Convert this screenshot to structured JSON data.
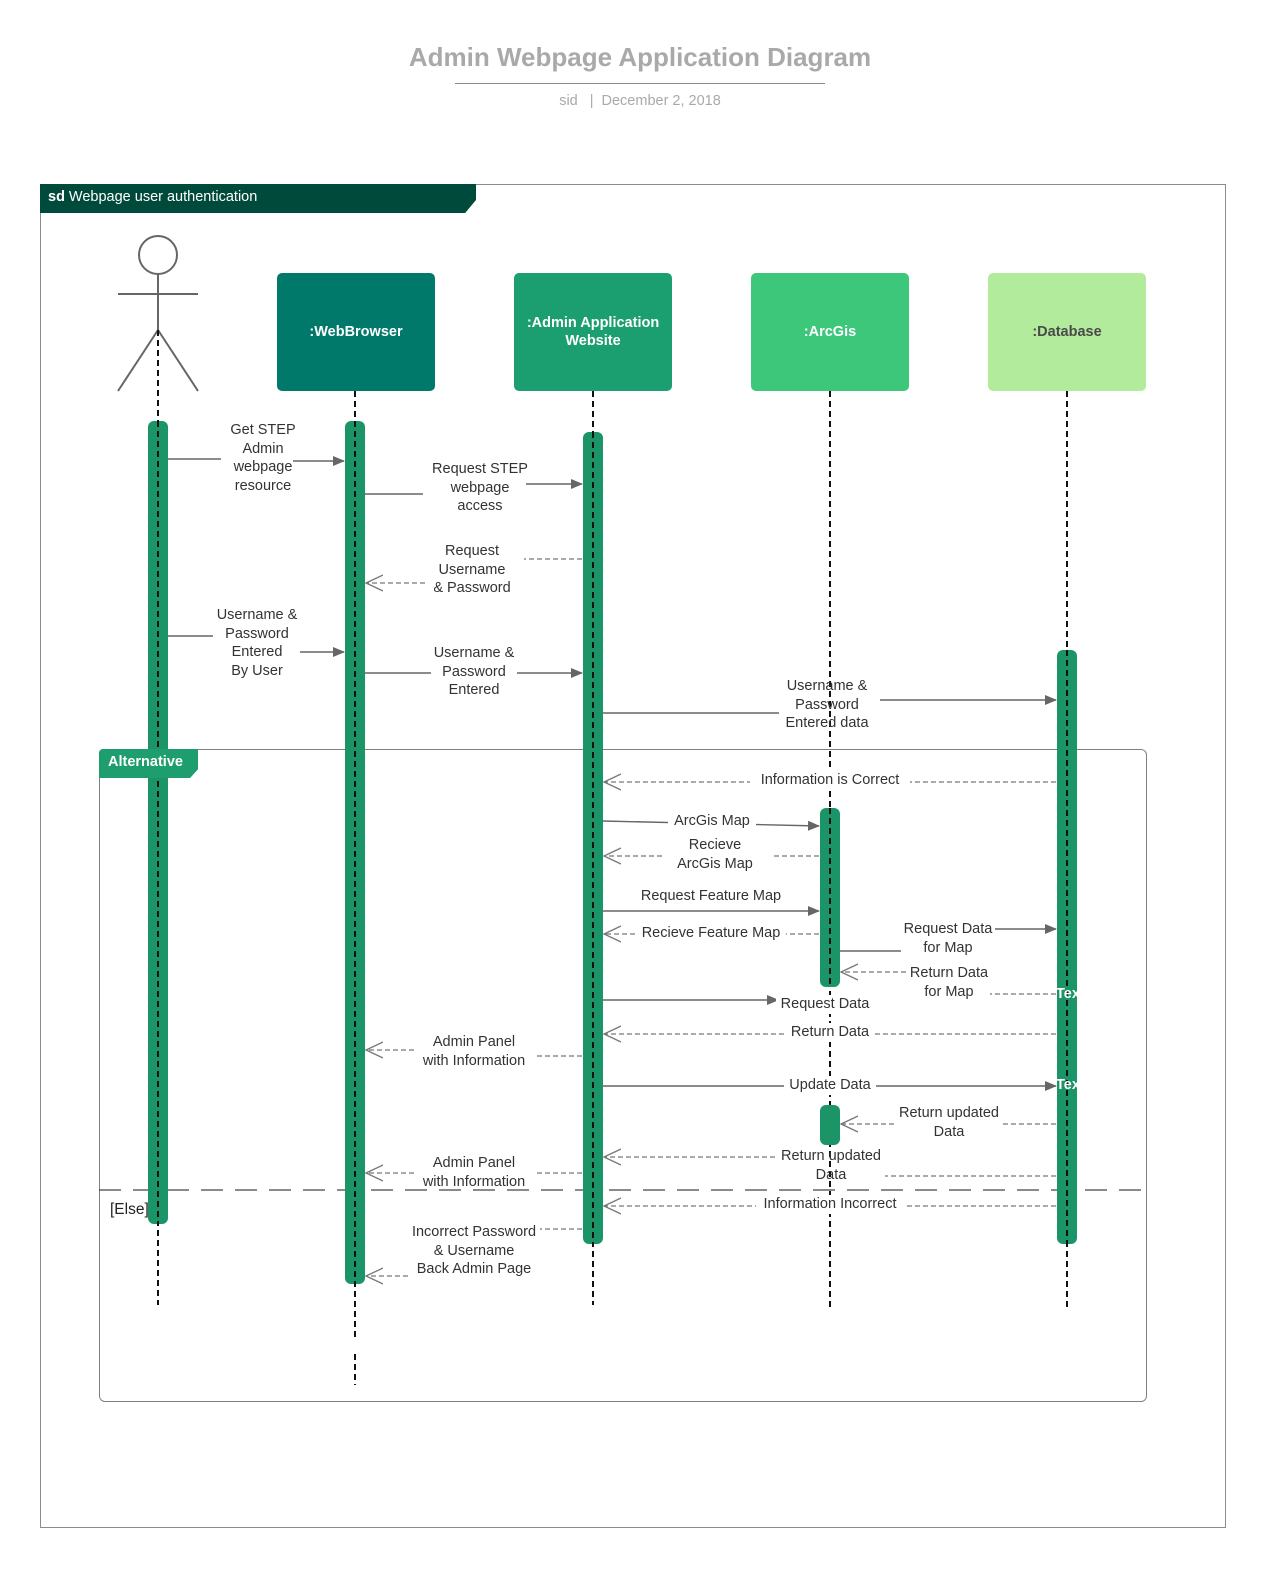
{
  "header": {
    "title": "Admin Webpage Application Diagram",
    "author": "sid",
    "separator": "|",
    "date": "December 2, 2018"
  },
  "frame": {
    "keyword": "sd",
    "name": "Webpage user authentication"
  },
  "colors": {
    "frame_tab": "#004a3c",
    "webbrowser": "#00796b",
    "admin_app": "#1b9e70",
    "arcgis": "#3cc77a",
    "database": "#b2eb9c",
    "activation": "#1b9467",
    "line": "#666666"
  },
  "lifelines": [
    {
      "id": "user",
      "label": ""
    },
    {
      "id": "webbrowser",
      "label": ":WebBrowser"
    },
    {
      "id": "admin",
      "label": ":Admin Application Website"
    },
    {
      "id": "arcgis",
      "label": ":ArcGis"
    },
    {
      "id": "database",
      "label": ":Database"
    }
  ],
  "fragment": {
    "label": "Alternative",
    "else_guard": "[Else]"
  },
  "messages": {
    "m1": "Get STEP\nAdmin\nwebpage\nresource",
    "m2": "Request STEP\nwebpage\naccess",
    "m3": "Request\nUsername\n& Password",
    "m4": "Username &\nPassword\nEntered\nBy User",
    "m5": "Username &\nPassword\nEntered",
    "m6": "Username &\nPassword\nEntered data",
    "m7": "Information is Correct",
    "m8": "ArcGis Map",
    "m9": "Recieve\nArcGis Map",
    "m10": "Request Feature Map",
    "m11": "Recieve Feature Map",
    "m12": "Request Data\nfor Map",
    "m13": "Return Data\nfor Map",
    "m14": "Request Data",
    "m15": "Return Data",
    "m16": "Admin Panel\nwith Information",
    "m17": "Update Data",
    "m18": "Return updated\nData",
    "m19": "Return updated\nData",
    "m20": "Admin Panel\nwith Information",
    "m21": "Information Incorrect",
    "m22": "Incorrect Password\n& Username\nBack Admin Page",
    "tex1": "Tex",
    "tex2": "Tex"
  }
}
